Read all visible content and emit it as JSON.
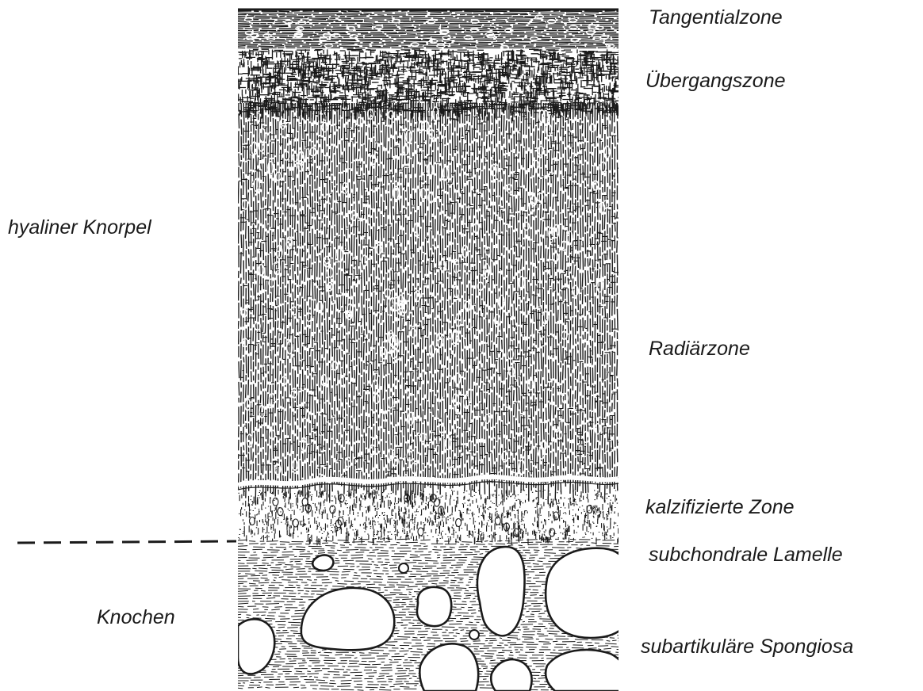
{
  "labels": {
    "left": {
      "hyaline_cartilage": "hyaliner Knorpel",
      "bone": "Knochen"
    },
    "right": {
      "tangential_zone": "Tangentialzone",
      "transition_zone": "Übergangszone",
      "radial_zone": "Radiärzone",
      "calcified_zone": "kalzifizierte Zone",
      "subchondral_lamella": "subchondrale Lamelle",
      "subarticular_spongiosa": "subartikuläre Spongiosa"
    }
  },
  "colors": {
    "ink": "#1a1a1a",
    "paper": "#ffffff"
  }
}
